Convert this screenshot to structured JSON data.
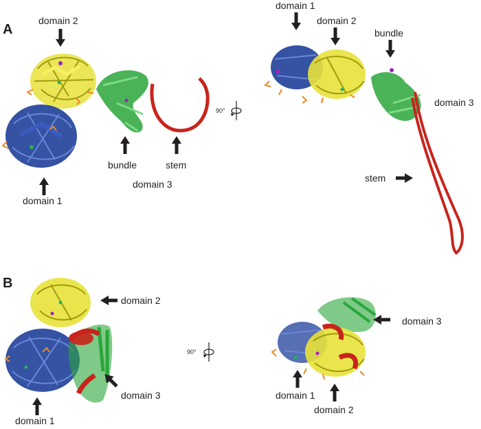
{
  "panels": {
    "a": "A",
    "b": "B"
  },
  "labels": {
    "a_left_domain2": "domain 2",
    "a_left_domain1": "domain 1",
    "a_left_domain3": "domain 3",
    "a_left_bundle": "bundle",
    "a_left_stem": "stem",
    "a_right_domain1": "domain 1",
    "a_right_domain2": "domain 2",
    "a_right_bundle": "bundle",
    "a_right_domain3": "domain 3",
    "a_right_stem": "stem",
    "b_left_domain2": "domain 2",
    "b_left_domain3": "domain 3",
    "b_left_domain1": "domain 1",
    "b_right_domain3": "domain 3",
    "b_right_domain1": "domain 1",
    "b_right_domain2": "domain 2"
  },
  "rotation": {
    "a": "90°",
    "b": "90°"
  },
  "colors": {
    "domain1": "#1f3f99",
    "domain2": "#e8e23a",
    "domain3": "#2aa63a",
    "stem": "#c8241c",
    "ligand": "#e88a2a",
    "ion_magenta": "#a020c0",
    "ion_green": "#28b060",
    "arrow": "#231f20"
  }
}
